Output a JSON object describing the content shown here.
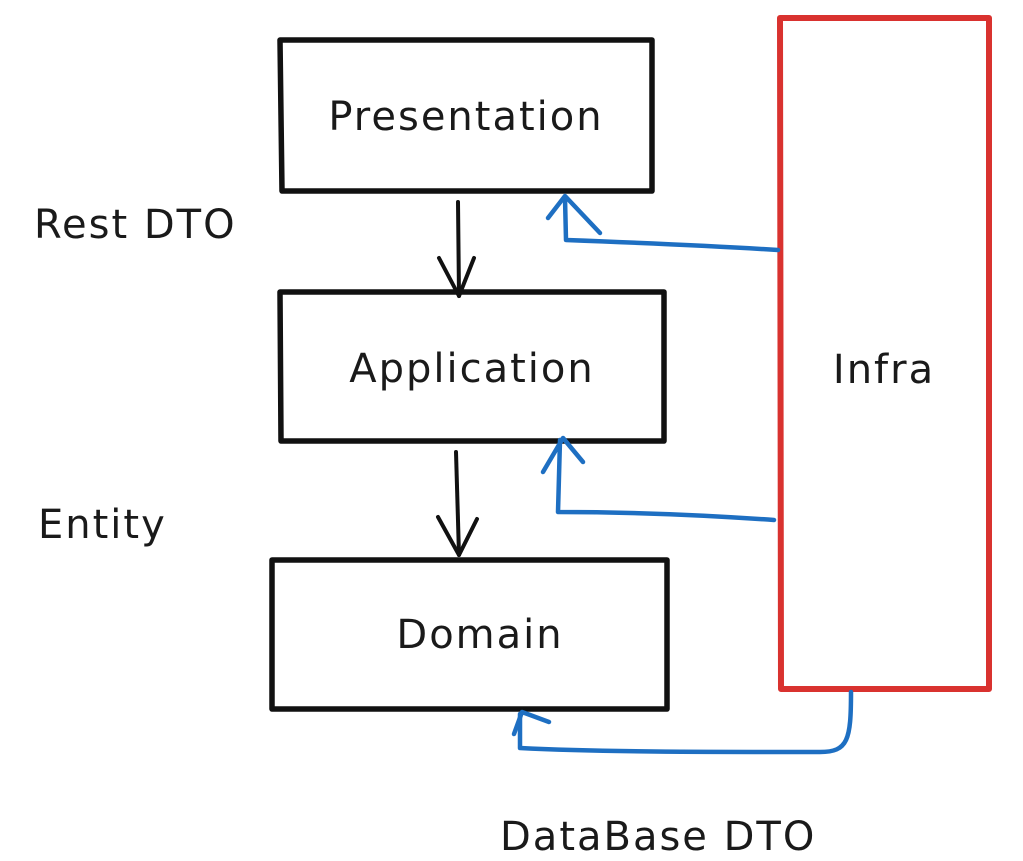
{
  "layers": {
    "presentation": "Presentation",
    "application": "Application",
    "domain": "Domain",
    "infra": "Infra"
  },
  "labels": {
    "rest_dto": "Rest DTO",
    "entity": "Entity",
    "database_dto": "DataBase DTO"
  },
  "colors": {
    "layer_box": "#111111",
    "infra_box": "#d9322f",
    "infra_arrows": "#1e6fc2",
    "flow_arrows": "#111111"
  }
}
